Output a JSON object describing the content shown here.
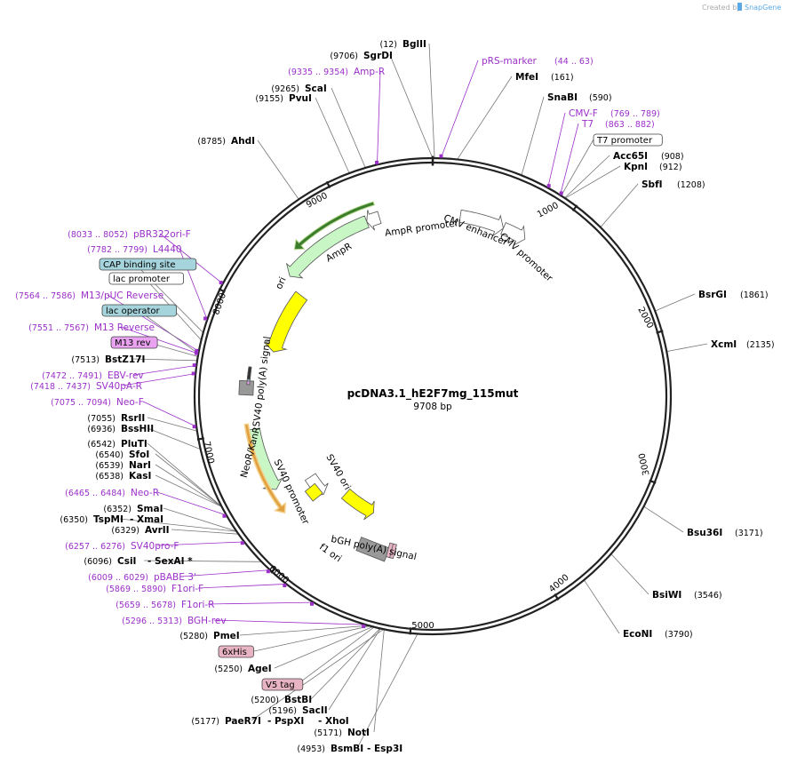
{
  "credit": {
    "prefix": "Created by",
    "brand": "SnapGene"
  },
  "map": {
    "name": "pcDNA3.1_hE2F7mg_115mut",
    "length_label": "9708 bp",
    "length": 9708,
    "ticks": [
      "1000",
      "2000",
      "3000",
      "4000",
      "5000",
      "6000",
      "7000",
      "8000",
      "9000"
    ]
  },
  "features": [
    {
      "label": "AmpR",
      "kind": "arrow-ccw",
      "color": "#c8f7c5",
      "start": 8360,
      "end": 9150
    },
    {
      "label": "AmpR promoter",
      "kind": "arrow-ccw",
      "color": "#ffffff",
      "start": 9150,
      "end": 9260
    },
    {
      "label": "ori",
      "kind": "arrow-ccw",
      "color": "#ffff00",
      "start": 7700,
      "end": 8290
    },
    {
      "label": "CMV enhancer",
      "kind": "arrow-cw",
      "color": "#ffffff",
      "start": 235,
      "end": 615
    },
    {
      "label": "CMV promoter",
      "kind": "arrow-cw",
      "color": "#ffffff",
      "start": 615,
      "end": 820
    },
    {
      "label": "SV40 poly(A) signal",
      "kind": "box",
      "color": "#999999",
      "start": 7300,
      "end": 7420
    },
    {
      "label": "NeoR/KanR",
      "kind": "arrow-ccw",
      "color": "#c8f7c5",
      "start": 6450,
      "end": 7000
    },
    {
      "label": "SV40 promoter",
      "kind": "arrow-ccw",
      "color": "#ffffff",
      "start": 6150,
      "end": 6380
    },
    {
      "label": "SV40 ori",
      "kind": "box",
      "color": "#ffff00",
      "start": 6200,
      "end": 6250
    },
    {
      "label": "f1 ori",
      "kind": "arrow-ccw",
      "color": "#ffff00",
      "start": 5580,
      "end": 5980
    },
    {
      "label": "bGH poly(A) signal",
      "kind": "box",
      "color": "#999999",
      "start": 5330,
      "end": 5555
    }
  ],
  "sites": [
    {
      "name": "BglII",
      "position": "(12)",
      "type": "enzyme"
    },
    {
      "name": "SgrDI",
      "position": "(9706)",
      "type": "enzyme"
    },
    {
      "name": "Amp-R",
      "position": "(9335 .. 9354)",
      "type": "primer"
    },
    {
      "name": "ScaI",
      "position": "(9265)",
      "type": "enzyme"
    },
    {
      "name": "PvuI",
      "position": "(9155)",
      "type": "enzyme"
    },
    {
      "name": "AhdI",
      "position": "(8785)",
      "type": "enzyme"
    },
    {
      "name": "pRS-marker",
      "position": "(44 .. 63)",
      "type": "primer"
    },
    {
      "name": "MfeI",
      "position": "(161)",
      "type": "enzyme"
    },
    {
      "name": "SnaBI",
      "position": "(590)",
      "type": "enzyme"
    },
    {
      "name": "CMV-F",
      "position": "(769 .. 789)",
      "type": "primer"
    },
    {
      "name": "T7",
      "position": "(863 .. 882)",
      "type": "primer"
    },
    {
      "name": "T7 promoter",
      "position": "",
      "type": "box-white"
    },
    {
      "name": "Acc65I",
      "position": "(908)",
      "type": "enzyme"
    },
    {
      "name": "KpnI",
      "position": "(912)",
      "type": "enzyme"
    },
    {
      "name": "SbfI",
      "position": "(1208)",
      "type": "enzyme"
    },
    {
      "name": "BsrGI",
      "position": "(1861)",
      "type": "enzyme"
    },
    {
      "name": "XcmI",
      "position": "(2135)",
      "type": "enzyme"
    },
    {
      "name": "Bsu36I",
      "position": "(3171)",
      "type": "enzyme"
    },
    {
      "name": "BsiWI",
      "position": "(3546)",
      "type": "enzyme"
    },
    {
      "name": "EcoNI",
      "position": "(3790)",
      "type": "enzyme"
    },
    {
      "name": "pBR322ori-F",
      "position": "(8033 .. 8052)",
      "type": "primer"
    },
    {
      "name": "L4440",
      "position": "(7782 .. 7799)",
      "type": "primer"
    },
    {
      "name": "CAP binding site",
      "position": "",
      "type": "box-teal"
    },
    {
      "name": "lac promoter",
      "position": "",
      "type": "box-white"
    },
    {
      "name": "M13/pUC Reverse",
      "position": "(7564 .. 7586)",
      "type": "primer"
    },
    {
      "name": "lac operator",
      "position": "",
      "type": "box-teal"
    },
    {
      "name": "M13 Reverse",
      "position": "(7551 .. 7567)",
      "type": "primer"
    },
    {
      "name": "M13 rev",
      "position": "",
      "type": "box-purple"
    },
    {
      "name": "BstZ17I",
      "position": "(7513)",
      "type": "enzyme"
    },
    {
      "name": "EBV-rev",
      "position": "(7472 .. 7491)",
      "type": "primer"
    },
    {
      "name": "SV40pA-R",
      "position": "(7418 .. 7437)",
      "type": "primer"
    },
    {
      "name": "Neo-F",
      "position": "(7075 .. 7094)",
      "type": "primer"
    },
    {
      "name": "RsrII",
      "position": "(7055)",
      "type": "enzyme"
    },
    {
      "name": "BssHII",
      "position": "(6936)",
      "type": "enzyme"
    },
    {
      "name": "PluTI",
      "position": "(6542)",
      "type": "enzyme"
    },
    {
      "name": "SfoI",
      "position": "(6540)",
      "type": "enzyme"
    },
    {
      "name": "NarI",
      "position": "(6539)",
      "type": "enzyme"
    },
    {
      "name": "KasI",
      "position": "(6538)",
      "type": "enzyme"
    },
    {
      "name": "Neo-R",
      "position": "(6465 .. 6484)",
      "type": "primer"
    },
    {
      "name": "SmaI",
      "position": "(6352)",
      "type": "enzyme"
    },
    {
      "name": "TspMI",
      "position": "(6350)",
      "type": "enzyme",
      "pair": "- XmaI"
    },
    {
      "name": "AvrII",
      "position": "(6329)",
      "type": "enzyme"
    },
    {
      "name": "SV40pro-F",
      "position": "(6257 .. 6276)",
      "type": "primer"
    },
    {
      "name": "CsiI",
      "position": "(6096)",
      "type": "enzyme",
      "pair": "- SexAI *"
    },
    {
      "name": "pBABE 3'",
      "position": "(6009 .. 6029)",
      "type": "primer"
    },
    {
      "name": "F1ori-F",
      "position": "(5869 .. 5890)",
      "type": "primer"
    },
    {
      "name": "F1ori-R",
      "position": "(5659 .. 5678)",
      "type": "primer"
    },
    {
      "name": "BGH-rev",
      "position": "(5296 .. 5313)",
      "type": "primer"
    },
    {
      "name": "PmeI",
      "position": "(5280)",
      "type": "enzyme"
    },
    {
      "name": "6xHis",
      "position": "",
      "type": "box-pink"
    },
    {
      "name": "AgeI",
      "position": "(5250)",
      "type": "enzyme"
    },
    {
      "name": "V5 tag",
      "position": "",
      "type": "box-pink"
    },
    {
      "name": "BstBI",
      "position": "(5200)",
      "type": "enzyme"
    },
    {
      "name": "SacII",
      "position": "(5196)",
      "type": "enzyme"
    },
    {
      "name": "PaeR7I",
      "position": "(5177)",
      "type": "enzyme",
      "pair": "- PspXI",
      "pair2": "- XhoI"
    },
    {
      "name": "NotI",
      "position": "(5171)",
      "type": "enzyme"
    },
    {
      "name": "BsmBI",
      "position": "(4953)",
      "type": "enzyme",
      "pair": "- Esp3I"
    }
  ],
  "colors": {
    "primer": "#9b30c9",
    "teal_box": "#a6d4dc",
    "purple_box": "#e8a2f0",
    "pink_box": "#e8b4c4",
    "backbone": "#222222"
  }
}
